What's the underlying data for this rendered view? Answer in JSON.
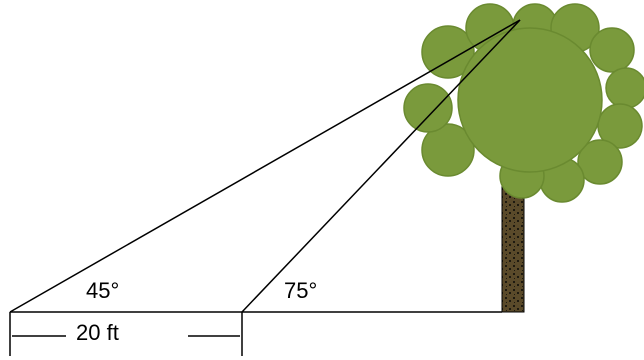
{
  "labels": {
    "angle_far": "45°",
    "angle_near": "75°",
    "distance": "20 ft"
  },
  "colors": {
    "foliage": "#7a9a3c",
    "foliage_edge": "#6a8a30",
    "trunk": "#3d3420",
    "trunk_spots": "#1e1a10",
    "lines": "#000000"
  },
  "icons": {
    "tree": "tree-icon"
  }
}
